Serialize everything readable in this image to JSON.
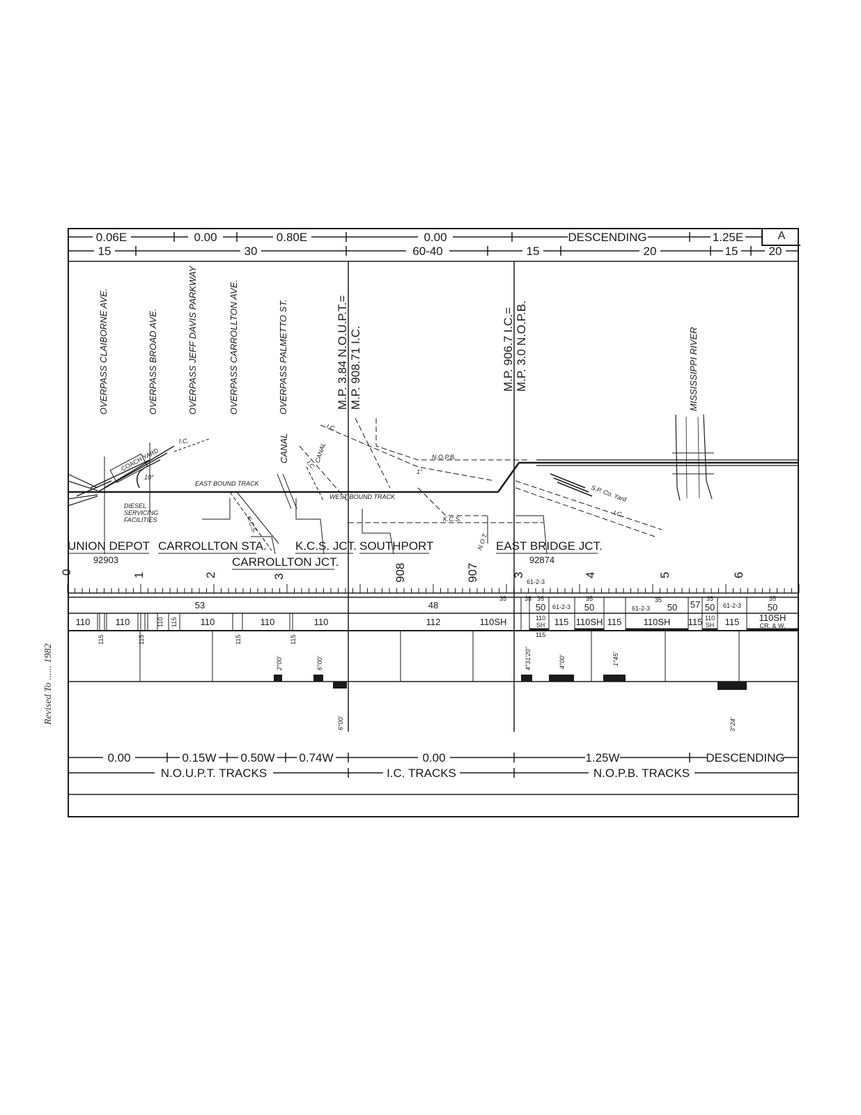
{
  "sheet_letter": "A",
  "revised_note": "Revised To",
  "revised_date": "1982",
  "top_profile_row": [
    "0.06E",
    "0.00",
    "0.80E",
    "0.00",
    "DESCENDING",
    "1.25E"
  ],
  "top_speed_row": [
    "15",
    "30",
    "60-40",
    "15",
    "20",
    "15",
    "20"
  ],
  "overpasses": [
    "OVERPASS  CLAIBORNE AVE.",
    "OVERPASS  BROAD AVE.",
    "OVERPASS  JEFF DAVIS PARKWAY",
    "OVERPASS  CARROLLTON AVE.",
    "OVERPASS  PALMETTO ST."
  ],
  "mileposts": {
    "mp1_line1": "M.P. 3.84  N.O.U.P.T.=",
    "mp1_line2": "M.P. 908.71  I.C.",
    "mp2_line1": "M.P. 906.7  I.C.=",
    "mp2_line2": "M.P. 3.0  N.O.P.B."
  },
  "river": "MISSISSIPPI RIVER",
  "map_labels": {
    "coach_yard": "COACH YARD",
    "ic1": "I.C.",
    "ic2": "I.C.",
    "ic3": "I.C.",
    "ic4": "I.C.",
    "canal1": "CANAL",
    "canal2": "CANAL",
    "east_bound": "EAST BOUND TRACK",
    "west_bound": "WEST BOUND TRACK",
    "diesel": "DIESEL",
    "servicing": "SERVICING",
    "facilities": "FACILITIES",
    "kcs1": "K.C.S.",
    "kcs2": "K.C.S.",
    "nopb": "N.O.P.B.",
    "sp_yard": "S.P. Co. Yard",
    "not": "N.O.T.",
    "curve10": "10°",
    "curve1": "1°"
  },
  "stations": {
    "union_depot": "UNION DEPOT",
    "union_depot_no": "92903",
    "carrollton_sta": "CARROLLTON STA.",
    "carrollton_jct": "CARROLLTON JCT.",
    "kcs_jct": "K.C.S. JCT.",
    "southport": "SOUTHPORT",
    "east_bridge_jct": "EAST BRIDGE JCT.",
    "east_bridge_no": "92874"
  },
  "mile_marks": [
    "0",
    "1",
    "2",
    "3",
    "908",
    "907",
    "3",
    "4",
    "5",
    "6"
  ],
  "mile_sub": "61-2-3",
  "speed_row1": [
    "53",
    "48",
    "35",
    "35",
    "50",
    "61-2-3",
    "35",
    "50",
    "35",
    "61-2-3",
    "35",
    "50",
    "57",
    "35",
    "50",
    "61-2-3",
    "35",
    "50"
  ],
  "speed_row2": [
    "110",
    "110",
    "110",
    "110",
    "110",
    "112",
    "110SH",
    "110",
    "SH",
    "115",
    "115",
    "110SH",
    "115",
    "110SH",
    "115",
    "110",
    "SH",
    "115",
    "110SH",
    "CR. & W."
  ],
  "small_115": "115",
  "small_110": "110",
  "curves_up": [
    "2°00'",
    "6°00'",
    "4°31'20\"",
    "4°00'",
    "1°45'"
  ],
  "curves_down": [
    "6°00'",
    "3°24'"
  ],
  "bottom_grade_row": [
    "0.00",
    "0.15W",
    "0.50W",
    "0.74W",
    "0.00",
    "1.25W",
    "DESCENDING"
  ],
  "bottom_track_row": [
    "N.O.U.P.T.  TRACKS",
    "I.C.  TRACKS",
    "N.O.P.B.  TRACKS"
  ]
}
